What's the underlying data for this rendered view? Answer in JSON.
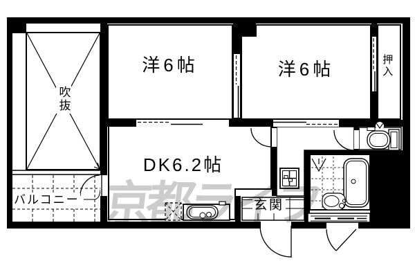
{
  "plan": {
    "type": "apartment-floor-plan",
    "rooms": {
      "western1": "洋6帖",
      "western2": "洋6帖",
      "dining_kitchen": "DK6.2帖",
      "void": "吹抜",
      "closet": "押入",
      "balcony": "バルコニー",
      "entrance": "玄関"
    },
    "watermark": "京都ライフ",
    "colors": {
      "line": "#000000",
      "background": "#ffffff",
      "watermark": "#c8c8c8"
    },
    "fixture_icons": [
      "bathtub-icon",
      "shower-icon",
      "washbasin-icon",
      "toilet-icon",
      "kitchen-sink-icon",
      "refrigerator-space-icon",
      "washing-machine-pan-icon",
      "louver-window-icon",
      "door-swing-icon",
      "sliding-door-icon"
    ]
  }
}
